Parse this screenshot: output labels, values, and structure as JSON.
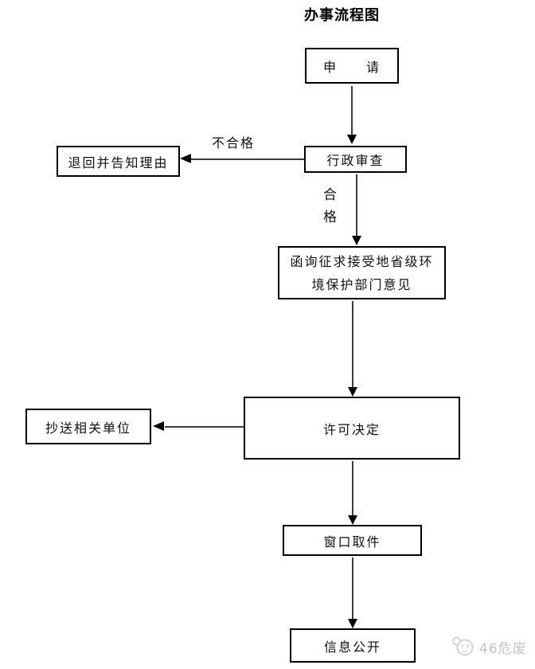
{
  "page": {
    "title": "办事流程图"
  },
  "flowchart": {
    "nodes": {
      "apply": {
        "label": "申　　请"
      },
      "review": {
        "label": "行政审查"
      },
      "reject": {
        "label": "退回并告知理由"
      },
      "consult": {
        "line1": "函询征求接受地省级环",
        "line2": "境保护部门意见"
      },
      "decision": {
        "label": "许可决定"
      },
      "copy": {
        "label": "抄送相关单位"
      },
      "pickup": {
        "label": "窗口取件"
      },
      "publish": {
        "label": "信息公开"
      }
    },
    "edge_labels": {
      "fail": "不合格",
      "pass": "合格"
    },
    "colors": {
      "box_border": "#000000",
      "connector_line": "#3d3d3d",
      "text": "#111111"
    }
  },
  "watermark": {
    "text": "46危废",
    "color": "#c5c5c5",
    "icon": "panda-logo-icon"
  }
}
